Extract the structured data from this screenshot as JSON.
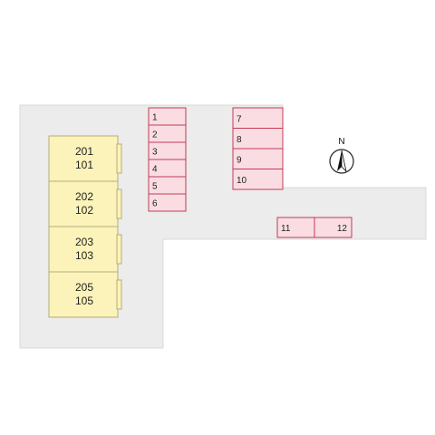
{
  "colors": {
    "background": "#ffffff",
    "lot": "#ececec",
    "lot_border": "#d8d8d8",
    "building_fill": "#fbf3b9",
    "building_border": "#b5ad7a",
    "parking_fill": "#fadde3",
    "parking_border": "#c43a55"
  },
  "buildings": [
    {
      "upper": "201",
      "lower": "101"
    },
    {
      "upper": "202",
      "lower": "102"
    },
    {
      "upper": "203",
      "lower": "103"
    },
    {
      "upper": "205",
      "lower": "105"
    }
  ],
  "parking": {
    "column_a": [
      "1",
      "2",
      "3",
      "4",
      "5",
      "6"
    ],
    "column_b": [
      "7",
      "8",
      "9",
      "10"
    ],
    "row_c": [
      "11",
      "12"
    ]
  },
  "compass": {
    "label": "N",
    "icon": "north-arrow-icon"
  }
}
